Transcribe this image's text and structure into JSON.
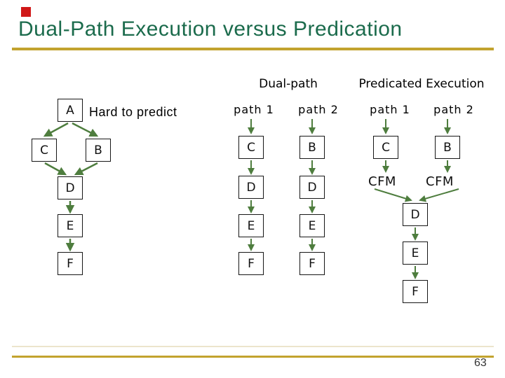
{
  "title": "Dual-Path Execution versus Predication",
  "colors": {
    "title_green": "#1b6b4c",
    "arrow_green": "#4e7d3e",
    "gold_rule": "#c2a32e",
    "corner_marker_red": "#d01818"
  },
  "cfg": {
    "annotation": "Hard to predict",
    "nodes": {
      "a": "A",
      "b": "B",
      "c": "C",
      "d": "D",
      "e": "E",
      "f": "F"
    }
  },
  "dual_path": {
    "header": "Dual-path",
    "path1_label": "path 1",
    "path2_label": "path 2",
    "path1_nodes": [
      "C",
      "D",
      "E",
      "F"
    ],
    "path2_nodes": [
      "B",
      "D",
      "E",
      "F"
    ]
  },
  "predicated": {
    "header": "Predicated Execution",
    "path1_label": "path 1",
    "path2_label": "path 2",
    "path1_top_node": "C",
    "path2_top_node": "B",
    "path1_cfm": "CFM",
    "path2_cfm": "CFM",
    "merged_nodes": [
      "D",
      "E",
      "F"
    ]
  },
  "footer": {
    "page_number": "63"
  }
}
